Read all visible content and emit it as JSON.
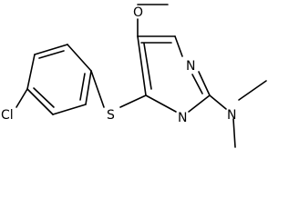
{
  "atoms": {
    "oxygen": "O",
    "sulfur": "S",
    "chlorine": "Cl",
    "ring_nitrogen_top": "N",
    "ring_nitrogen_bottom": "N",
    "amine_nitrogen": "N"
  },
  "colors": {
    "bond": "#000000",
    "label": "#000000",
    "background": "#ffffff"
  }
}
